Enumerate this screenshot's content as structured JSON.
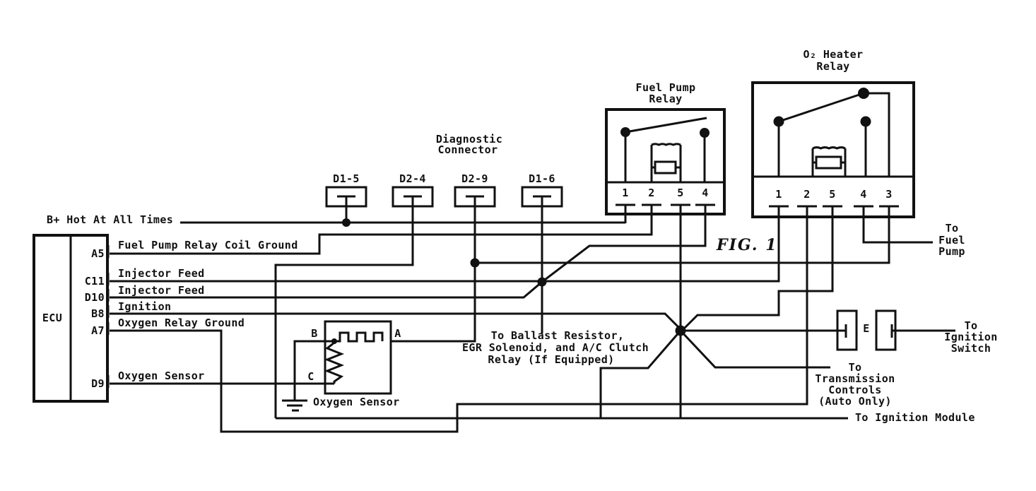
{
  "figure_label": "FIG. 1",
  "power_rail": {
    "label": "B+ Hot At All Times"
  },
  "ecu": {
    "label": "ECU",
    "pins": [
      {
        "id": "A5",
        "signal": "Fuel Pump Relay Coil Ground"
      },
      {
        "id": "C11",
        "signal": "Injector Feed"
      },
      {
        "id": "D10",
        "signal": "Injector Feed"
      },
      {
        "id": "B8",
        "signal": "Ignition"
      },
      {
        "id": "A7",
        "signal": "Oxygen Relay Ground"
      },
      {
        "id": "D9",
        "signal": "Oxygen Sensor"
      }
    ]
  },
  "diagnostic_connector": {
    "title_lines": [
      "Diagnostic",
      "Connector"
    ],
    "terminals": [
      "D1-5",
      "D2-4",
      "D2-9",
      "D1-6"
    ]
  },
  "fuel_pump_relay": {
    "title_lines": [
      "Fuel Pump",
      "Relay"
    ],
    "pins": [
      "1",
      "2",
      "5",
      "4"
    ]
  },
  "o2_heater_relay": {
    "title_lines": [
      "O₂ Heater",
      "Relay"
    ],
    "pins": [
      "1",
      "2",
      "5",
      "4",
      "3"
    ]
  },
  "oxygen_sensor": {
    "label": "Oxygen Sensor",
    "terminals": {
      "a": "A",
      "b": "B",
      "c": "C"
    }
  },
  "inline_connector_e": {
    "label": "E"
  },
  "destinations": {
    "fuel_pump": {
      "lines": [
        "To",
        "Fuel",
        "Pump"
      ]
    },
    "ignition_switch": {
      "lines": [
        "To",
        "Ignition",
        "Switch"
      ]
    },
    "transmission": {
      "lines": [
        "To",
        "Transmission",
        "Controls",
        "(Auto Only)"
      ]
    },
    "ignition_module": {
      "label": "To Ignition Module"
    },
    "ballast": {
      "lines": [
        "To Ballast Resistor,",
        "EGR Solenoid, and A/C Clutch",
        "Relay  (If Equipped)"
      ]
    }
  },
  "colors": {
    "ink": "#111111",
    "background": "#ffffff"
  }
}
